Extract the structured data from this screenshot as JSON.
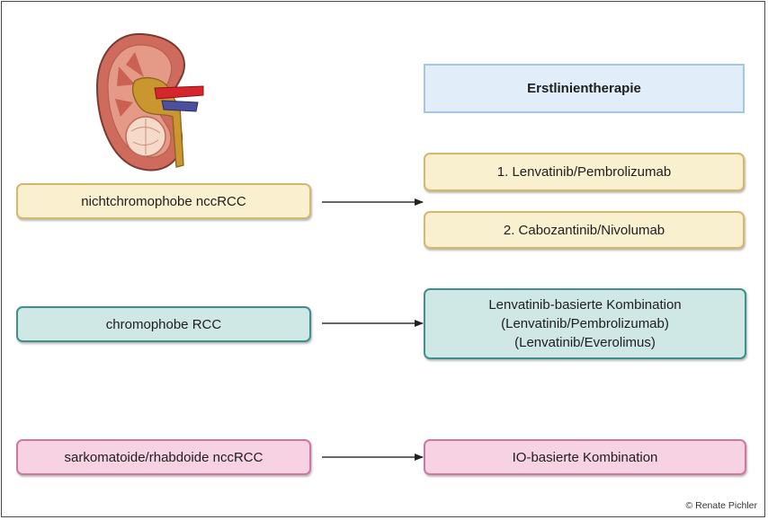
{
  "header": {
    "label": "Erstlinientherapie"
  },
  "rows": [
    {
      "category": "nichtchromophobe nccRCC",
      "therapies": [
        "1. Lenvatinib/Pembrolizumab",
        "2. Cabozantinib/Nivolumab"
      ]
    },
    {
      "category": "chromophobe RCC",
      "therapy_lines": [
        "Lenvatinib-basierte Kombination",
        "(Lenvatinib/Pembrolizumab)",
        "(Lenvatinib/Everolimus)"
      ]
    },
    {
      "category": "sarkomatoide/rhabdoide nccRCC",
      "therapy": "IO-basierte Kombination"
    }
  ],
  "credit": "© Renate Pichler",
  "colors": {
    "yellow_fill": "#f8f0cf",
    "yellow_border": "#d4b96d",
    "teal_fill": "#cfe8e6",
    "teal_border": "#3f8f8a",
    "pink_fill": "#f6d2e3",
    "pink_border": "#cf76a3",
    "header_fill": "#e1eef9",
    "header_border": "#a6c6e6"
  },
  "icons": [
    "kidney-icon"
  ]
}
